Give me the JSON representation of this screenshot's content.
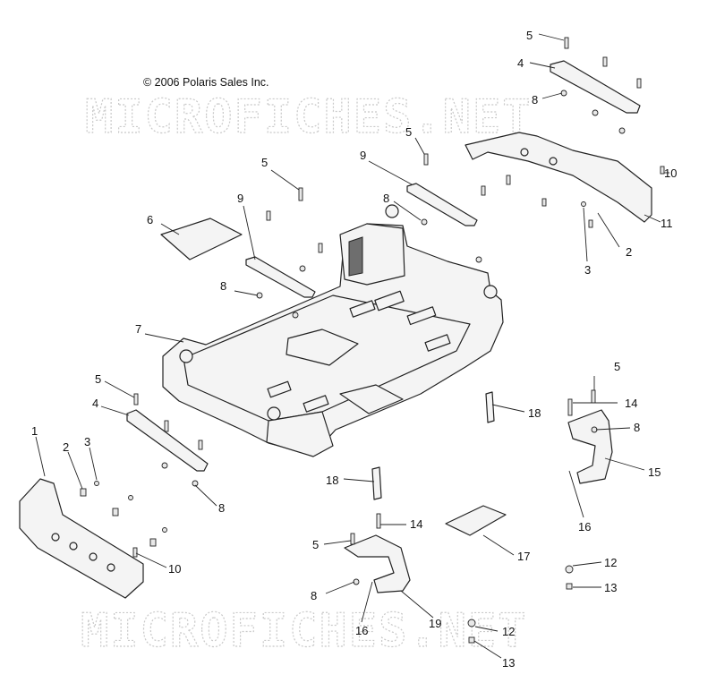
{
  "copyright": "© 2006 Polaris Sales Inc.",
  "watermarks": [
    "MICROFICHES.NET",
    "MICROFICHES.NET"
  ],
  "callouts": {
    "c5_top": "5",
    "c4_top": "4",
    "c8_top": "8",
    "c10_right": "10",
    "c11": "11",
    "c2_right": "2",
    "c3_right": "3",
    "c5_mid": "5",
    "c9_mid": "9",
    "c8_mid": "8",
    "c5_left": "5",
    "c9_left": "9",
    "c6": "6",
    "c8_left": "8",
    "c7": "7",
    "c5_lower": "5",
    "c4_lower": "4",
    "c1": "1",
    "c2_left": "2",
    "c3_left": "3",
    "c8_lower": "8",
    "c10_left": "10",
    "c18_right": "18",
    "c18_mid": "18",
    "c5_rt": "5",
    "c14_rt": "14",
    "c8_rt": "8",
    "c15": "15",
    "c16_rt": "16",
    "c14_lo": "14",
    "c5_lo": "5",
    "c17": "17",
    "c8_lo": "8",
    "c16_lo": "16",
    "c19": "19",
    "c12_rt": "12",
    "c13_rt": "13",
    "c12_lo": "12",
    "c13_lo": "13"
  }
}
